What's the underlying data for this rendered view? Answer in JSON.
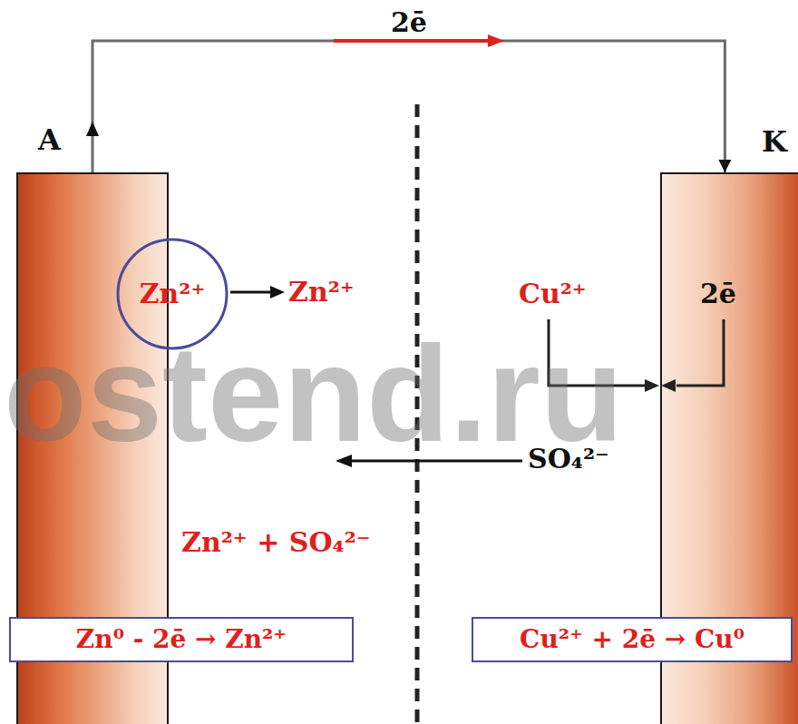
{
  "diagram": {
    "nodes": [
      {
        "text": [
          "A"
        ]
      },
      {
        "text": [
          "K"
        ]
      },
      {
        "text": [
          "Zn²⁺"
        ]
      },
      {
        "text": [
          "Zn⁰ - 2ē → Zn²⁺"
        ]
      },
      {
        "text": [
          "Cu²⁺ + 2ē → Cu⁰"
        ]
      }
    ],
    "edges": [
      {
        "from": 0,
        "to": 1,
        "arrow": "to",
        "label": "2ē"
      }
    ],
    "labels": [
      "Zn²⁺",
      "Cu²⁺",
      "2ē",
      "SO₄²⁻",
      "Zn²⁺ + SO₄²⁻",
      "ostend.ru"
    ]
  }
}
